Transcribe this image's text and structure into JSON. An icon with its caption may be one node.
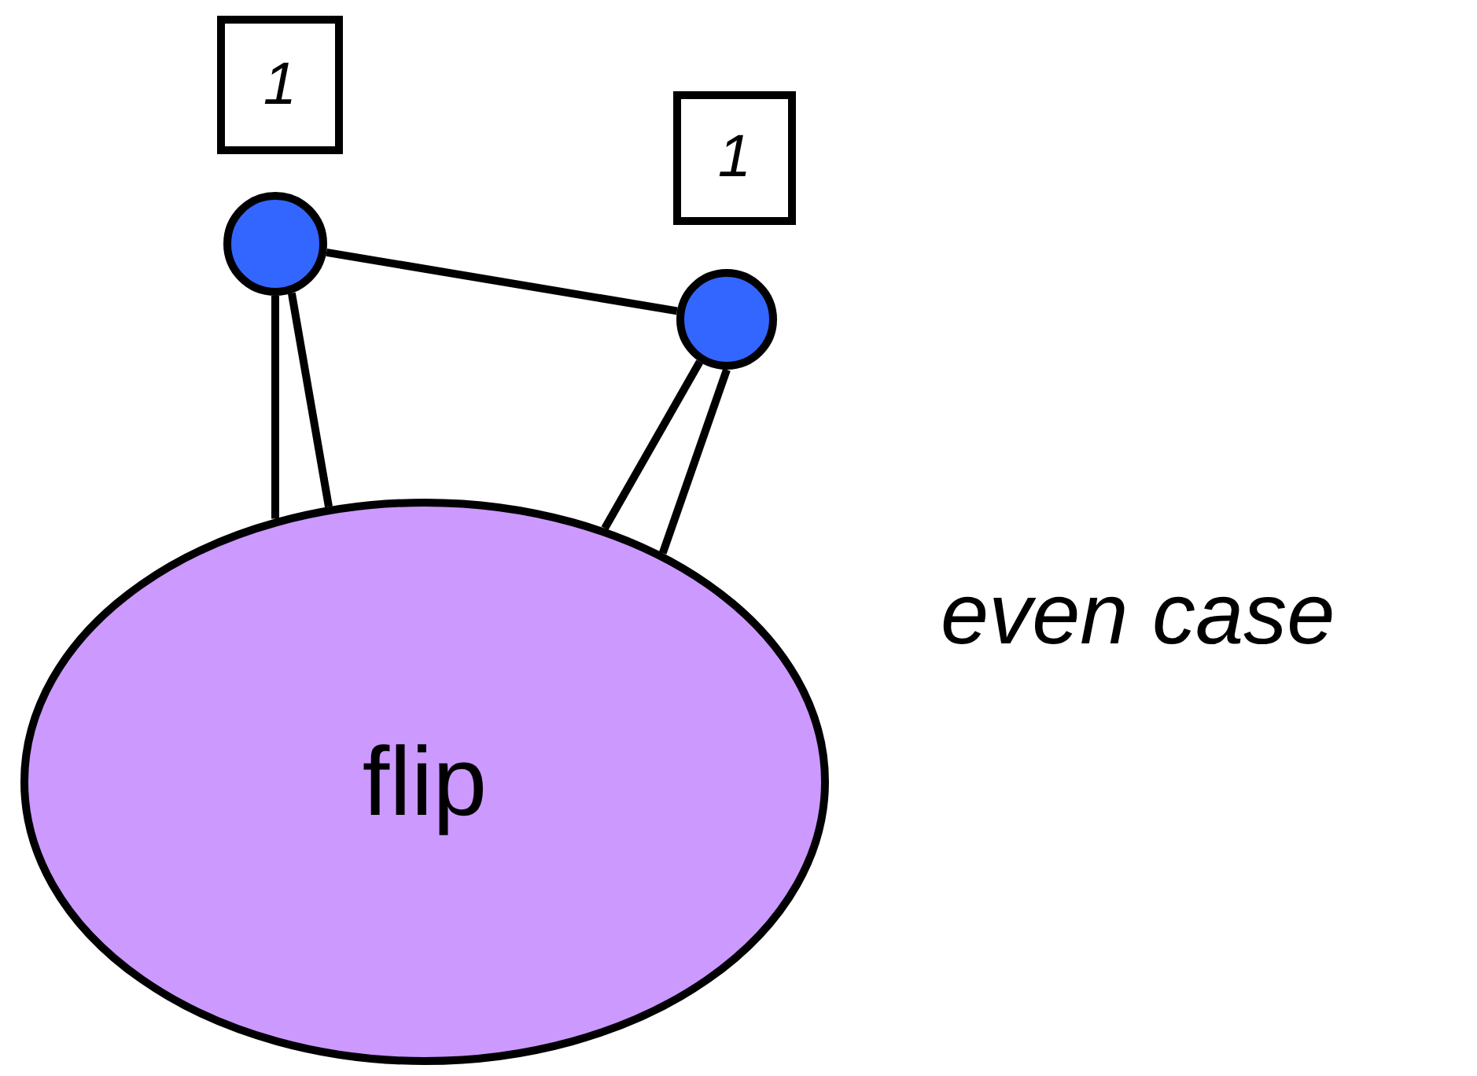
{
  "diagram": {
    "nodes": [
      {
        "text": [
          "1"
        ]
      },
      {
        "text": [
          "1"
        ]
      },
      {
        "text": [],
        "shape": "circle"
      },
      {
        "text": [],
        "shape": "circle"
      },
      {
        "text": [
          "flip"
        ]
      }
    ],
    "edges": [
      {
        "from": 2,
        "to": 3,
        "arrow": "none"
      },
      {
        "from": 2,
        "to": 4,
        "arrow": "none"
      },
      {
        "from": 2,
        "to": 4,
        "arrow": "none"
      },
      {
        "from": 3,
        "to": 4,
        "arrow": "none"
      },
      {
        "from": 3,
        "to": 4,
        "arrow": "none"
      }
    ],
    "labels": [
      "even case"
    ]
  }
}
